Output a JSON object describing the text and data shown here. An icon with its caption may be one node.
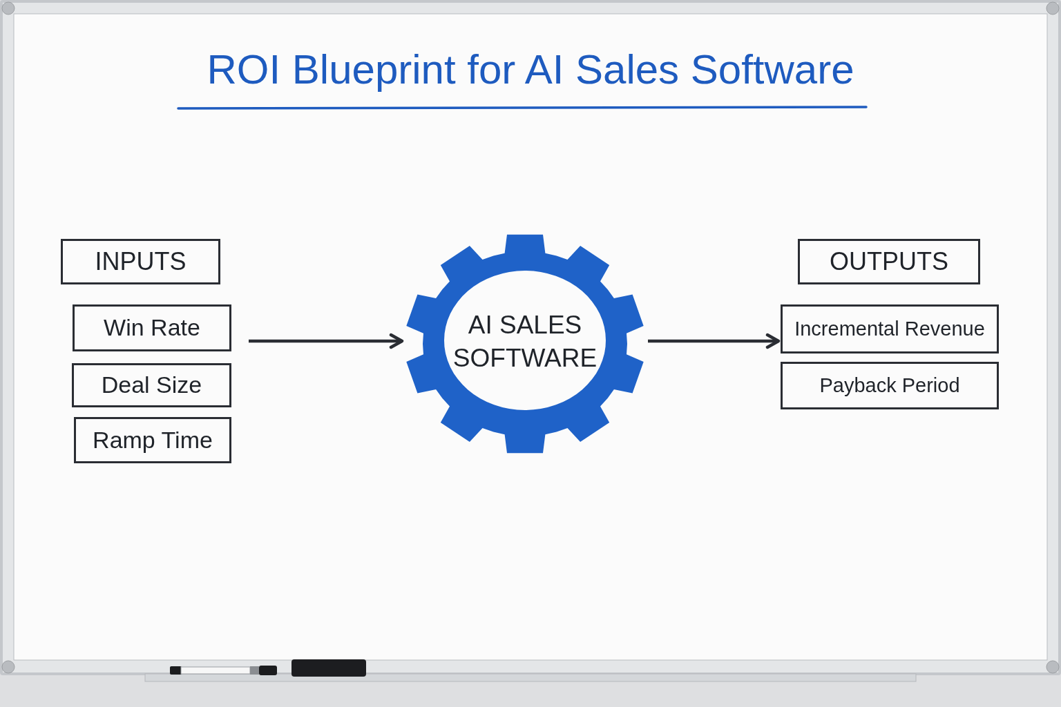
{
  "diagram": {
    "title": "ROI Blueprint for AI Sales Software",
    "nodes": [
      {
        "text": [
          "INPUTS"
        ]
      },
      {
        "text": [
          "Win Rate"
        ]
      },
      {
        "text": [
          "Deal Size"
        ]
      },
      {
        "text": [
          "Ramp Time"
        ]
      },
      {
        "text": [
          "AI SALES SOFTWARE"
        ]
      },
      {
        "text": [
          "OUTPUTS"
        ]
      },
      {
        "text": [
          "Incremental Revenue"
        ]
      },
      {
        "text": [
          "Payback Period"
        ]
      }
    ],
    "edges": [
      {
        "from": null,
        "to": 4,
        "arrow": "to"
      },
      {
        "from": 4,
        "to": 6,
        "arrow": "to"
      }
    ]
  }
}
